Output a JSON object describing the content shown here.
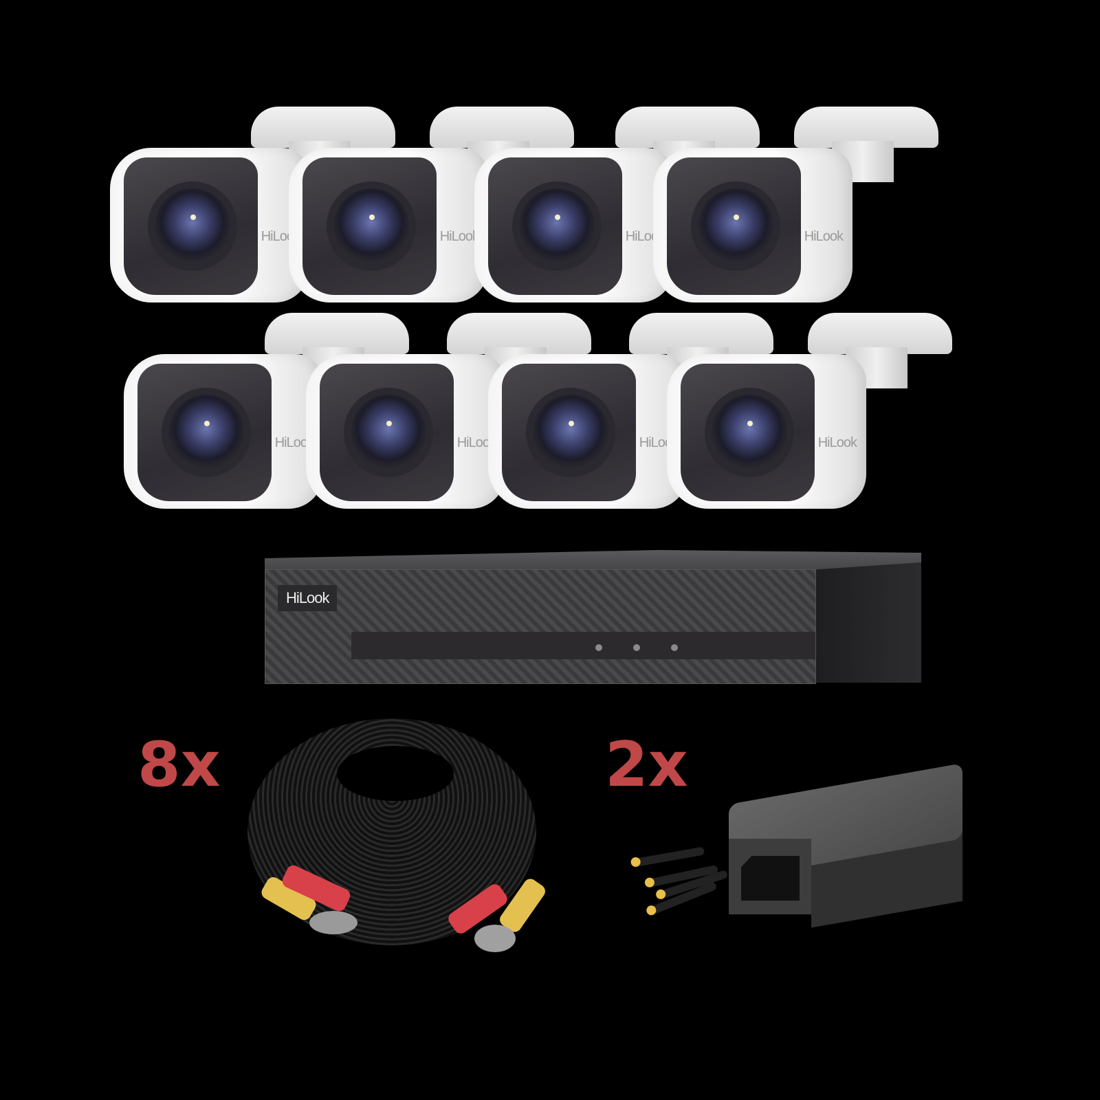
{
  "scene": {
    "background_color": "#000000",
    "description": "HiLook 8-channel security camera kit product photo"
  },
  "cameras": {
    "count": 8,
    "brand": "HiLook",
    "body_color": "#f4f4f4",
    "face_color": "#3a383e",
    "lens_color": "#4a5090",
    "rows": [
      {
        "positions": [
          [
            160,
            215
          ],
          [
            420,
            215
          ],
          [
            690,
            215
          ],
          [
            950,
            215
          ]
        ]
      },
      {
        "positions": [
          [
            180,
            515
          ],
          [
            445,
            515
          ],
          [
            710,
            515
          ],
          [
            970,
            515
          ]
        ]
      }
    ]
  },
  "dvr": {
    "brand_label": "HiLook",
    "color": "#3e3e40",
    "indicator_leds": 3
  },
  "cable": {
    "quantity_label": "8x",
    "connector_colors": {
      "video": "#e4c050",
      "power": "#d8404a"
    }
  },
  "power_adapter": {
    "quantity_label": "2x",
    "outputs": 4,
    "tip_color": "#e8c04a"
  },
  "colors": {
    "quantity_text": "#c04848"
  }
}
